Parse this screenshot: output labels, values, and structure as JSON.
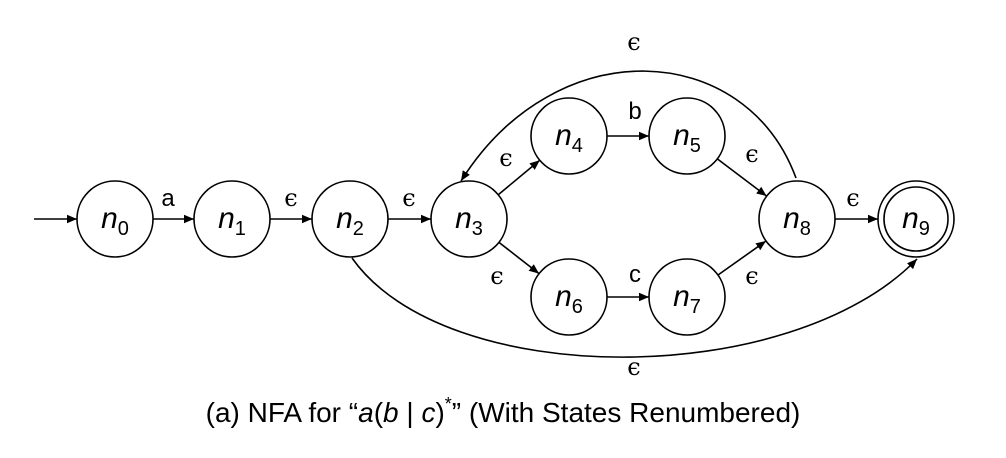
{
  "diagram": {
    "type": "nfa",
    "states": [
      {
        "id": "n0",
        "base": "n",
        "sub": "0",
        "accepting": false
      },
      {
        "id": "n1",
        "base": "n",
        "sub": "1",
        "accepting": false
      },
      {
        "id": "n2",
        "base": "n",
        "sub": "2",
        "accepting": false
      },
      {
        "id": "n3",
        "base": "n",
        "sub": "3",
        "accepting": false
      },
      {
        "id": "n4",
        "base": "n",
        "sub": "4",
        "accepting": false
      },
      {
        "id": "n5",
        "base": "n",
        "sub": "5",
        "accepting": false
      },
      {
        "id": "n6",
        "base": "n",
        "sub": "6",
        "accepting": false
      },
      {
        "id": "n7",
        "base": "n",
        "sub": "7",
        "accepting": false
      },
      {
        "id": "n8",
        "base": "n",
        "sub": "8",
        "accepting": false
      },
      {
        "id": "n9",
        "base": "n",
        "sub": "9",
        "accepting": true
      }
    ],
    "start_state": "n0",
    "transitions": [
      {
        "from": "n0",
        "to": "n1",
        "label": "a"
      },
      {
        "from": "n1",
        "to": "n2",
        "label": "ϵ"
      },
      {
        "from": "n2",
        "to": "n3",
        "label": "ϵ"
      },
      {
        "from": "n3",
        "to": "n4",
        "label": "ϵ"
      },
      {
        "from": "n3",
        "to": "n6",
        "label": "ϵ"
      },
      {
        "from": "n4",
        "to": "n5",
        "label": "b"
      },
      {
        "from": "n6",
        "to": "n7",
        "label": "c"
      },
      {
        "from": "n5",
        "to": "n8",
        "label": "ϵ"
      },
      {
        "from": "n7",
        "to": "n8",
        "label": "ϵ"
      },
      {
        "from": "n8",
        "to": "n9",
        "label": "ϵ"
      },
      {
        "from": "n8",
        "to": "n3",
        "label": "ϵ"
      },
      {
        "from": "n2",
        "to": "n9",
        "label": "ϵ"
      }
    ],
    "caption": {
      "prefix": "(a) NFA for “",
      "a": "a",
      "open": "(",
      "b": "b",
      "bar": " | ",
      "c": "c",
      "close": ")",
      "star": "*",
      "suffix": "” (With States Renumbered)"
    }
  },
  "colors": {
    "stroke": "#000000",
    "background": "#ffffff"
  }
}
